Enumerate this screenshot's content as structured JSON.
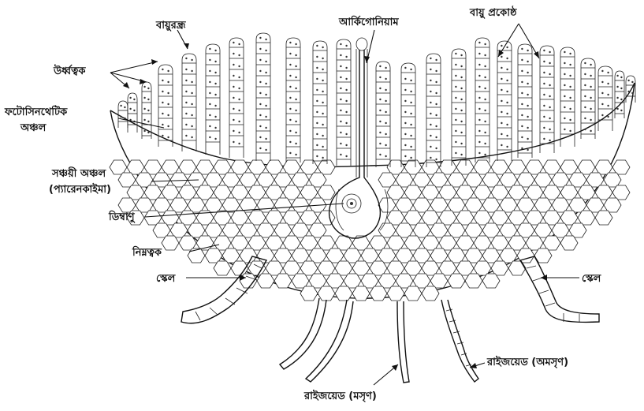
{
  "figure": {
    "labels": {
      "air_pore": "বায়ুরন্ধ্র",
      "archegonium": "আর্কিগোনিয়াম",
      "air_chamber": "বায়ু প্রকোষ্ঠ",
      "upper_epidermis": "উর্ধ্বত্বক",
      "photosynthetic_zone_line1": "ফটোসিনথেটিক",
      "photosynthetic_zone_line2": "অঞ্চল",
      "storage_zone_line1": "সঞ্চয়ী অঞ্চল",
      "storage_zone_line2": "(প্যারেনকাইমা)",
      "egg": "ডিম্বাণু",
      "lower_epidermis": "নিম্নত্বক",
      "scale_left": "স্কেল",
      "scale_right": "স্কেল",
      "rhizoid_rough": "রাইজয়েড (অমসৃণ)",
      "rhizoid_smooth": "রাইজয়েড (মসৃণ)"
    },
    "colors": {
      "ink": "#111111",
      "paper": "#ffffff"
    }
  }
}
